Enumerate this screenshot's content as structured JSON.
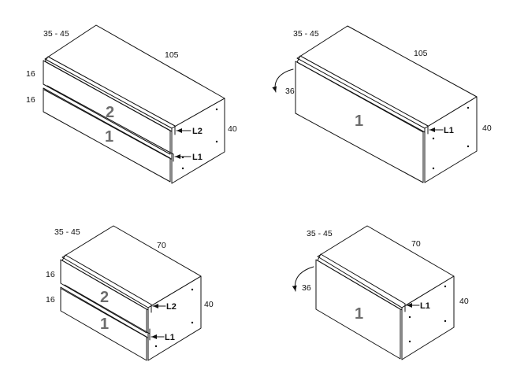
{
  "units": {
    "top_left": {
      "depth": "35 - 45",
      "width": "105",
      "height": "40",
      "front_height_upper": "16",
      "front_height_lower": "16",
      "front_upper": "2",
      "front_lower": "1",
      "label_upper": "L2",
      "label_lower": "L1"
    },
    "top_right": {
      "depth": "35 - 45",
      "width": "105",
      "height": "40",
      "front_height": "36",
      "front": "1",
      "label": "L1"
    },
    "bottom_left": {
      "depth": "35 - 45",
      "width": "70",
      "height": "40",
      "front_height_upper": "16",
      "front_height_lower": "16",
      "front_upper": "2",
      "front_lower": "1",
      "label_upper": "L2",
      "label_lower": "L1"
    },
    "bottom_right": {
      "depth": "35 - 45",
      "width": "70",
      "height": "40",
      "front_height": "36",
      "front": "1",
      "label": "L1"
    }
  }
}
